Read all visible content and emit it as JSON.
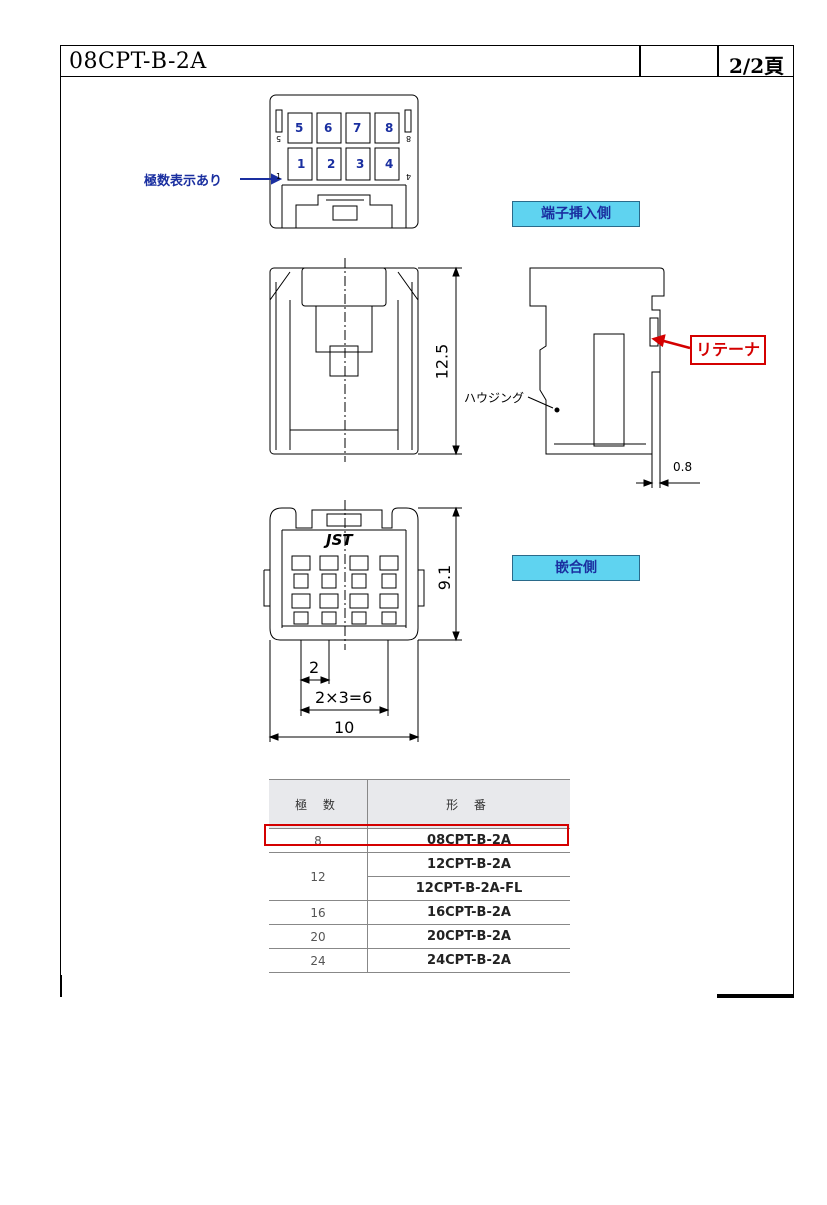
{
  "header": {
    "title": "08CPT-B-2A",
    "page": "2/2頁"
  },
  "labels": {
    "pin_marking": "極数表示あり",
    "insertion_side": "端子挿入側",
    "mating_side": "嵌合側",
    "retainer": "リテーナ",
    "housing": "ハウジング",
    "logo": "JST"
  },
  "pins_top": [
    "5",
    "6",
    "7",
    "8"
  ],
  "pins_bottom": [
    "1",
    "2",
    "3",
    "4"
  ],
  "side_marks": {
    "left_top": "5",
    "left_bottom": "1",
    "right_top": "8",
    "right_bottom": "4"
  },
  "dimensions": {
    "height": "12.5",
    "depth": "9.1",
    "retainer_offset": "0.8",
    "pitch": "2",
    "span": "2×3=6",
    "width": "10"
  },
  "table": {
    "headers": [
      "極 数",
      "形 番"
    ],
    "rows": [
      {
        "poles": "8",
        "parts": [
          "08CPT-B-2A"
        ],
        "highlight": true
      },
      {
        "poles": "12",
        "parts": [
          "12CPT-B-2A",
          "12CPT-B-2A-FL"
        ]
      },
      {
        "poles": "16",
        "parts": [
          "16CPT-B-2A"
        ]
      },
      {
        "poles": "20",
        "parts": [
          "20CPT-B-2A"
        ]
      },
      {
        "poles": "24",
        "parts": [
          "24CPT-B-2A"
        ]
      }
    ]
  },
  "colors": {
    "label_blue": "#1a2fa0",
    "tag_fill": "#5fd3f0",
    "highlight_red": "#d40000"
  }
}
